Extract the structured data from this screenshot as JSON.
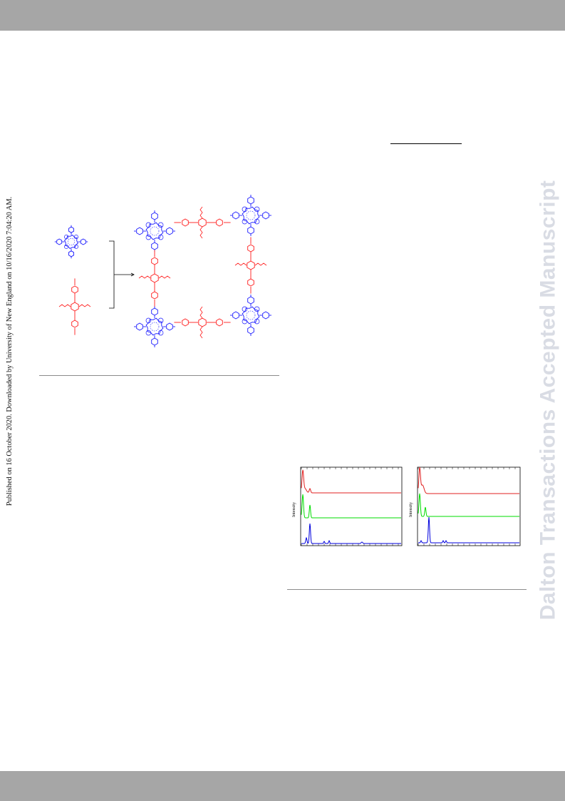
{
  "header_bar": {
    "color": "#a6a6a6"
  },
  "footer_bar": {
    "color": "#a6a6a6"
  },
  "watermark": {
    "text": "Dalton Transactions Accepted Manuscript",
    "color": "#d9dce4"
  },
  "publication_note": {
    "text": "Published on 16 October 2020. Downloaded by University of New England on 10/16/2020 7:04:20 AM."
  },
  "scheme": {
    "colors": {
      "porphyrin": "#1a1aff",
      "linker": "#ff1a1a",
      "bond": "#000000"
    }
  },
  "figure": {
    "panels": [
      {
        "ylabel": "Intensity"
      },
      {
        "ylabel": "Intensity"
      }
    ],
    "colors": {
      "top": "#e02020",
      "middle": "#00dd00",
      "bottom": "#0000dd"
    }
  }
}
